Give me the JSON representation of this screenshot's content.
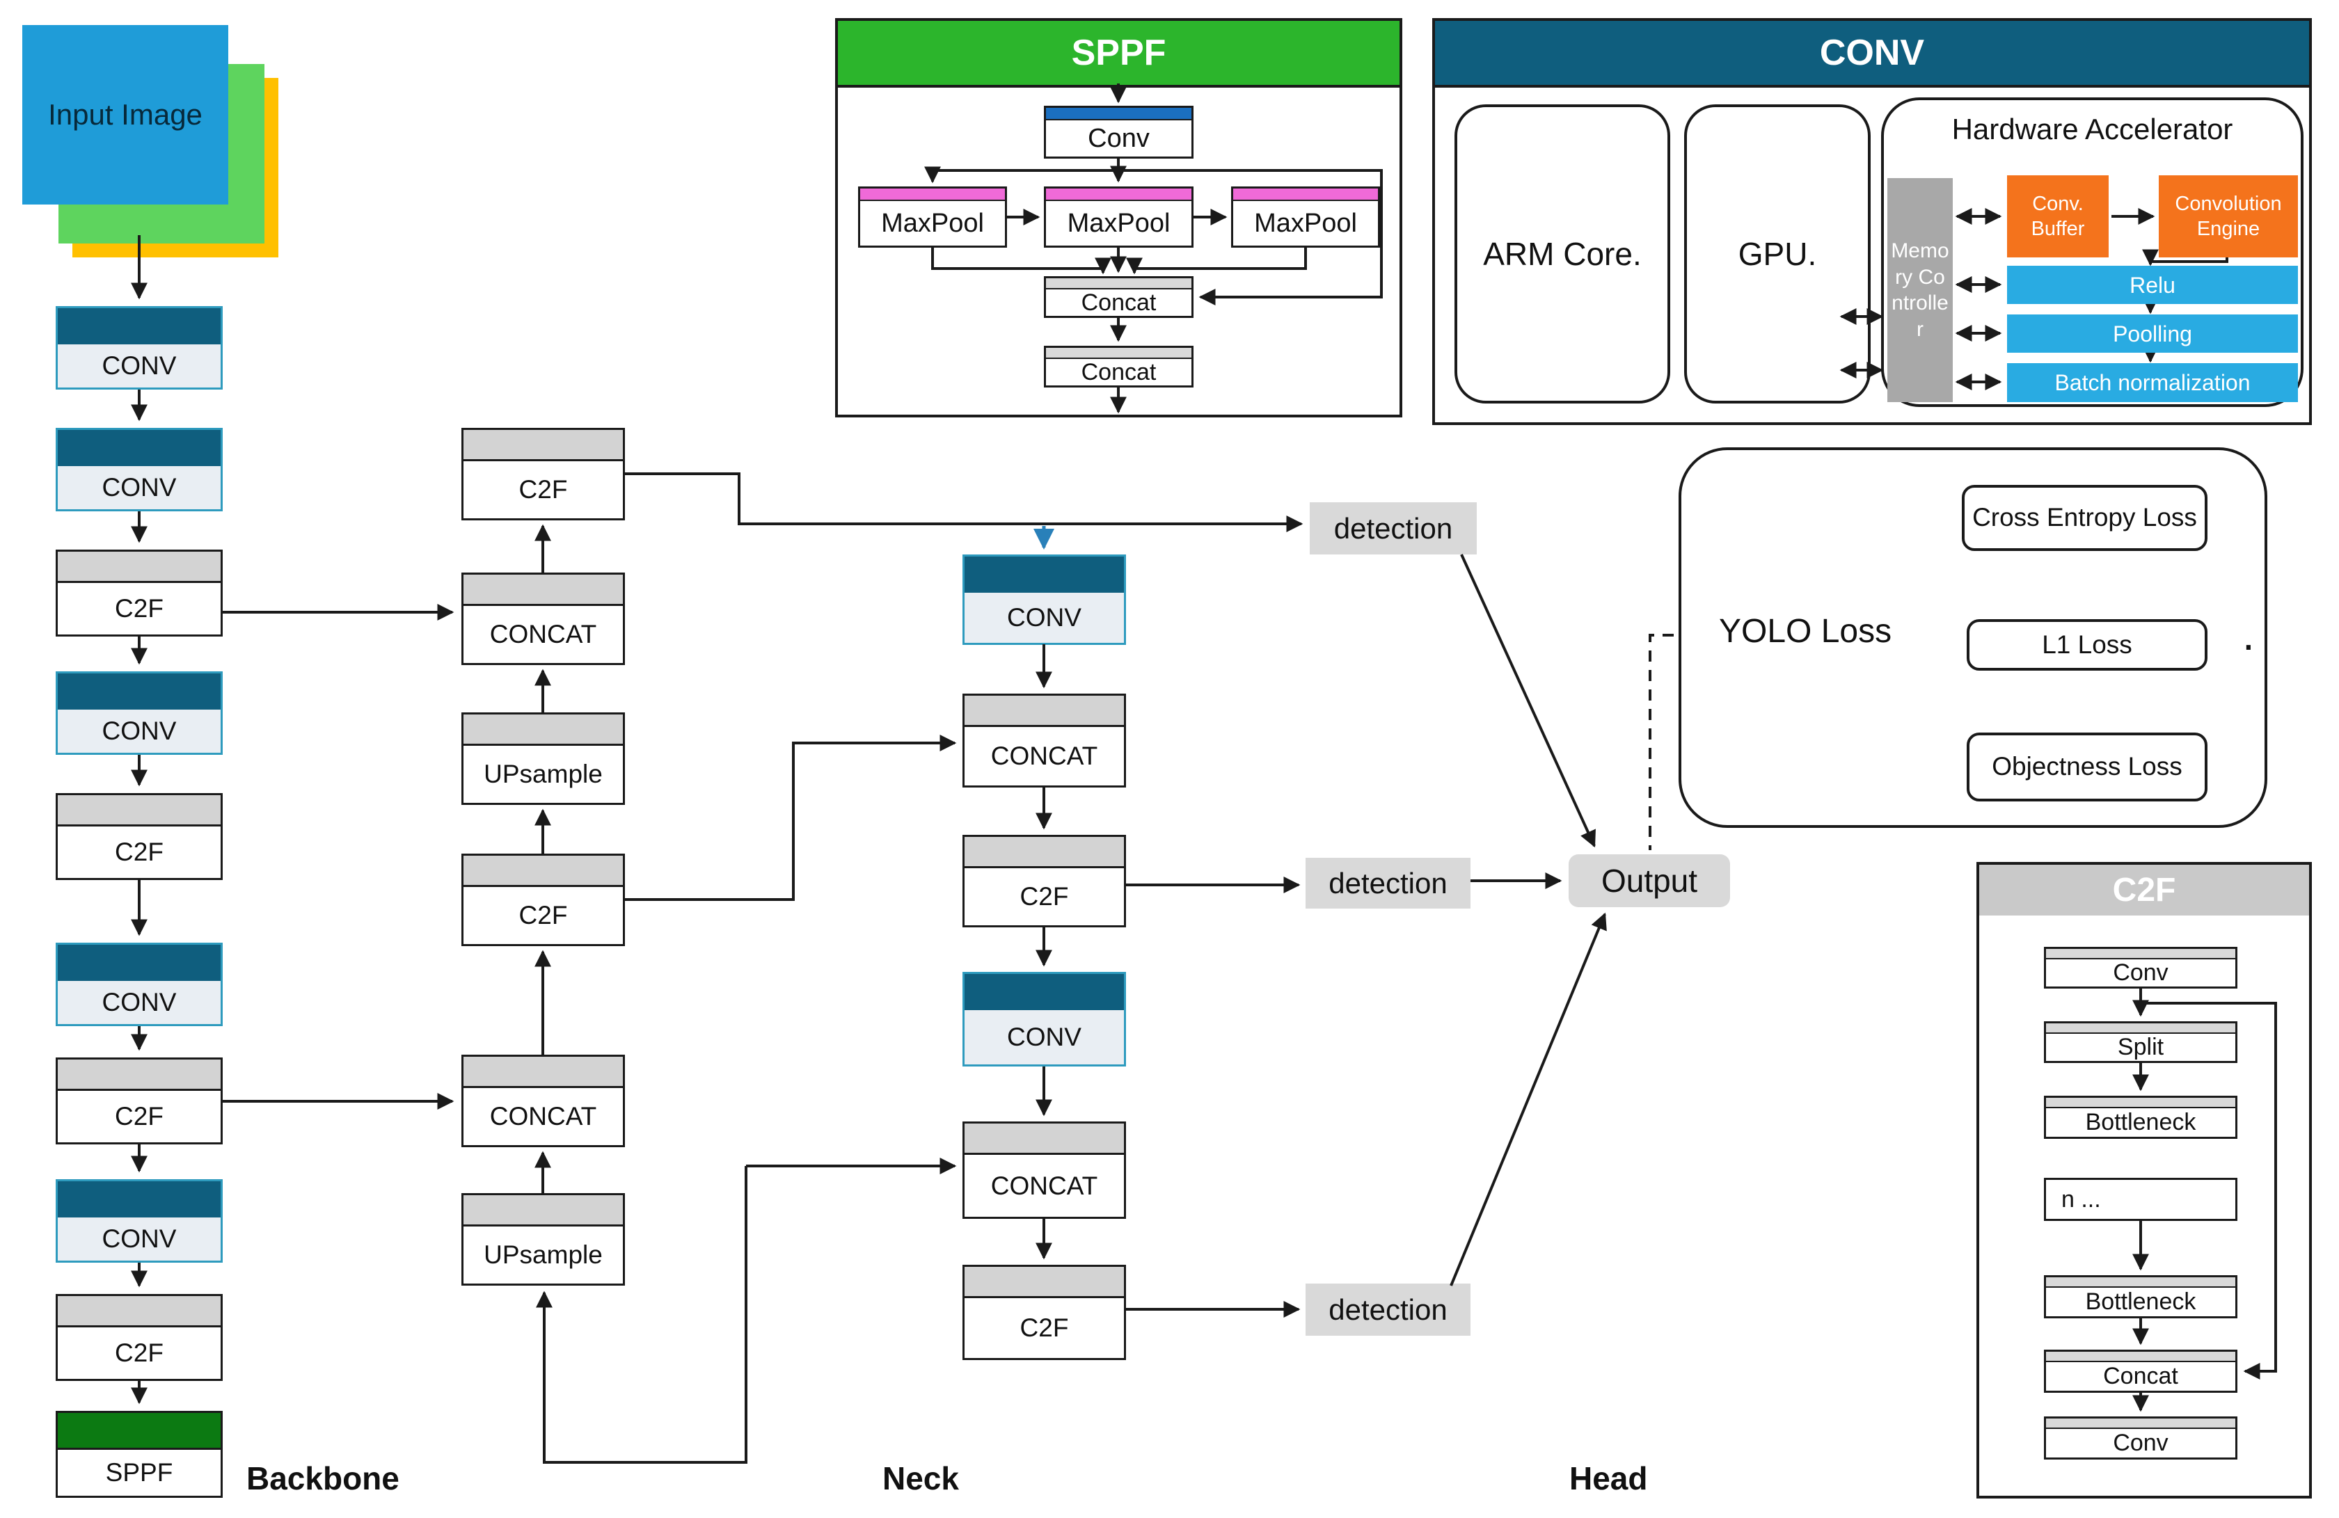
{
  "backbone": {
    "section_label": "Backbone",
    "input_label": "Input Image",
    "blocks": [
      "CONV",
      "CONV",
      "C2F",
      "CONV",
      "C2F",
      "CONV",
      "C2F",
      "CONV",
      "C2F",
      "SPPF"
    ]
  },
  "neck": {
    "section_label": "Neck",
    "top_down": [
      "C2F",
      "CONCAT",
      "UPsample",
      "C2F",
      "CONCAT",
      "UPsample"
    ],
    "bottom_up": [
      "CONV",
      "CONCAT",
      "C2F",
      "CONV",
      "CONCAT",
      "C2F"
    ]
  },
  "head": {
    "section_label": "Head",
    "detections": [
      "detection",
      "detection",
      "detection"
    ],
    "output_label": "Output"
  },
  "sppf_detail": {
    "title": "SPPF",
    "conv_label": "Conv",
    "maxpool_labels": [
      "MaxPool",
      "MaxPool",
      "MaxPool"
    ],
    "concat_labels": [
      "Concat",
      "Concat"
    ]
  },
  "conv_detail": {
    "title": "CONV",
    "arm_label": "ARM Core.",
    "gpu_label": "GPU.",
    "hw_title": "Hardware Accelerator",
    "memory_label": "Memory Controller",
    "conv_buffer_label": "Conv. Buffer",
    "conv_engine_label": "Convolution Engine",
    "relu_label": "Relu",
    "pooling_label": "Poolling",
    "batchnorm_label": "Batch normalization"
  },
  "loss_detail": {
    "title": "YOLO Loss",
    "items": [
      "Cross Entropy Loss",
      "L1 Loss",
      "Objectness Loss"
    ],
    "period": "."
  },
  "c2f_detail": {
    "title": "C2F",
    "blocks": [
      "Conv",
      "Split",
      "Bottleneck",
      "n  ...",
      "Bottleneck",
      "Concat",
      "Conv"
    ]
  },
  "colors": {
    "teal_header": "#0F5E7E",
    "conv_body": "#E9EEF3",
    "conv_border": "#2E9BBE",
    "gray_header": "#D3D3D3",
    "sppf_green_dark": "#0C7A12",
    "sppf_green_bright": "#2CB52C",
    "maxpool_pink": "#F06AD8",
    "conv_strip_blue": "#1B6FC0",
    "orange": "#F4731C",
    "cyan": "#29ABE2",
    "memory_gray": "#A8A8A8",
    "node_gray": "#D9D9D9",
    "arrow_blue": "#2980B9",
    "c2f_header_gray": "#C9C9C9"
  }
}
